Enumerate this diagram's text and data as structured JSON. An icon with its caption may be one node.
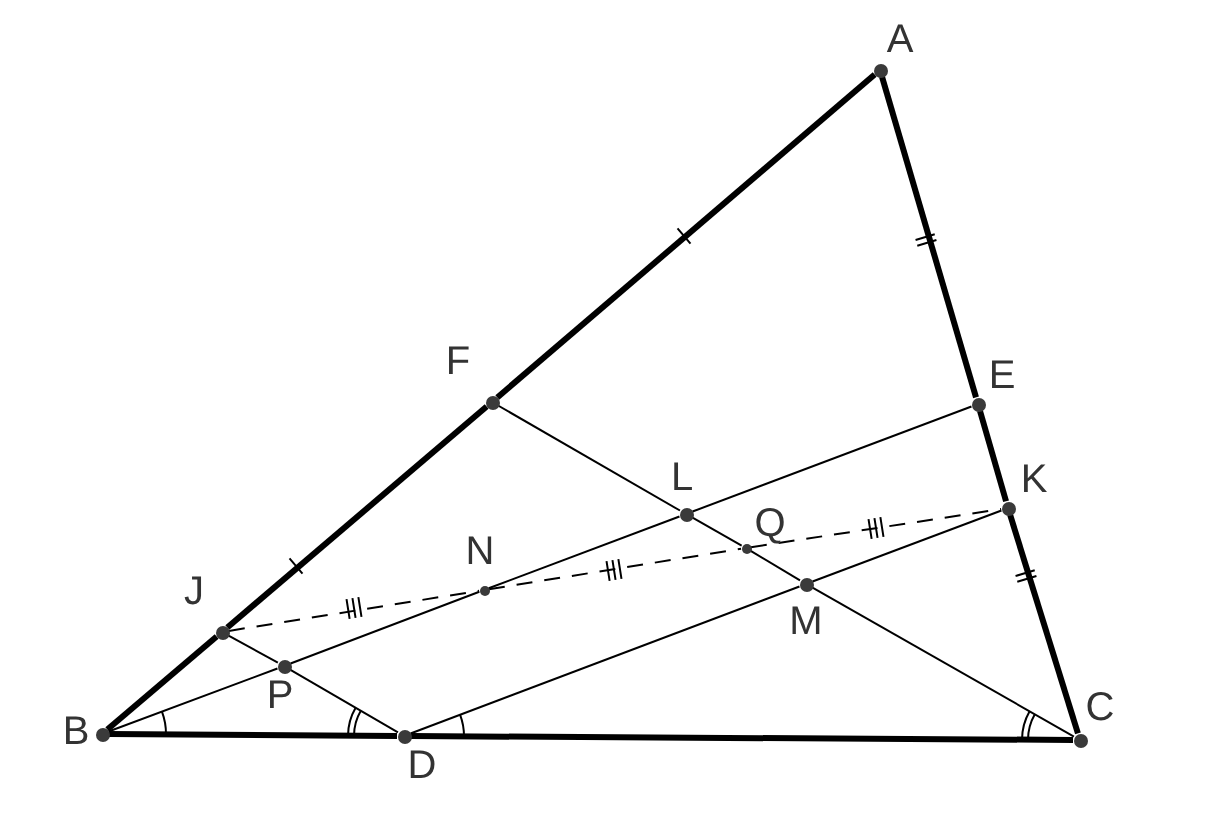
{
  "diagram": {
    "nodes": [
      {
        "text": [],
        "shape": "circle"
      },
      {
        "text": [],
        "shape": "circle"
      },
      {
        "text": [],
        "shape": "circle"
      },
      {
        "text": [],
        "shape": "circle"
      },
      {
        "text": [],
        "shape": "circle"
      },
      {
        "text": [],
        "shape": "circle"
      },
      {
        "text": [],
        "shape": "circle"
      },
      {
        "text": [],
        "shape": "circle"
      },
      {
        "text": [],
        "shape": "circle"
      },
      {
        "text": [],
        "shape": "circle"
      },
      {
        "text": [],
        "shape": "circle"
      },
      {
        "text": [],
        "shape": "circle"
      },
      {
        "text": [],
        "shape": "circle"
      }
    ],
    "edges": [
      {
        "from": 0,
        "to": 1,
        "arrow": "none",
        "style": "thick"
      },
      {
        "from": 1,
        "to": 6,
        "arrow": "none",
        "style": "thick"
      },
      {
        "from": 6,
        "to": 10,
        "arrow": "none",
        "style": "thick"
      },
      {
        "from": 0,
        "to": 2,
        "arrow": "none",
        "style": "thick"
      },
      {
        "from": 2,
        "to": 5,
        "arrow": "none",
        "style": "thick"
      },
      {
        "from": 5,
        "to": 12,
        "arrow": "none",
        "style": "thick"
      },
      {
        "from": 10,
        "to": 11,
        "arrow": "none",
        "style": "thick"
      },
      {
        "from": 11,
        "to": 12,
        "arrow": "none",
        "style": "thick"
      },
      {
        "from": 1,
        "to": 3,
        "arrow": "none"
      },
      {
        "from": 3,
        "to": 4,
        "arrow": "none"
      },
      {
        "from": 4,
        "to": 8,
        "arrow": "none"
      },
      {
        "from": 8,
        "to": 12,
        "arrow": "none"
      },
      {
        "from": 10,
        "to": 9,
        "arrow": "none"
      },
      {
        "from": 9,
        "to": 7,
        "arrow": "none"
      },
      {
        "from": 7,
        "to": 3,
        "arrow": "none"
      },
      {
        "from": 3,
        "to": 2,
        "arrow": "none"
      },
      {
        "from": 11,
        "to": 8,
        "arrow": "none"
      },
      {
        "from": 8,
        "to": 5,
        "arrow": "none"
      },
      {
        "from": 6,
        "to": 9,
        "arrow": "none"
      },
      {
        "from": 9,
        "to": 11,
        "arrow": "none"
      },
      {
        "from": 6,
        "to": 7,
        "arrow": "none",
        "style": "dashed"
      },
      {
        "from": 7,
        "to": 4,
        "arrow": "none",
        "style": "dashed"
      },
      {
        "from": 4,
        "to": 5,
        "arrow": "none",
        "style": "dashed"
      }
    ],
    "labels": [
      "A",
      "F",
      "E",
      "L",
      "Q",
      "K",
      "J",
      "N",
      "M",
      "P",
      "B",
      "D",
      "C"
    ]
  }
}
